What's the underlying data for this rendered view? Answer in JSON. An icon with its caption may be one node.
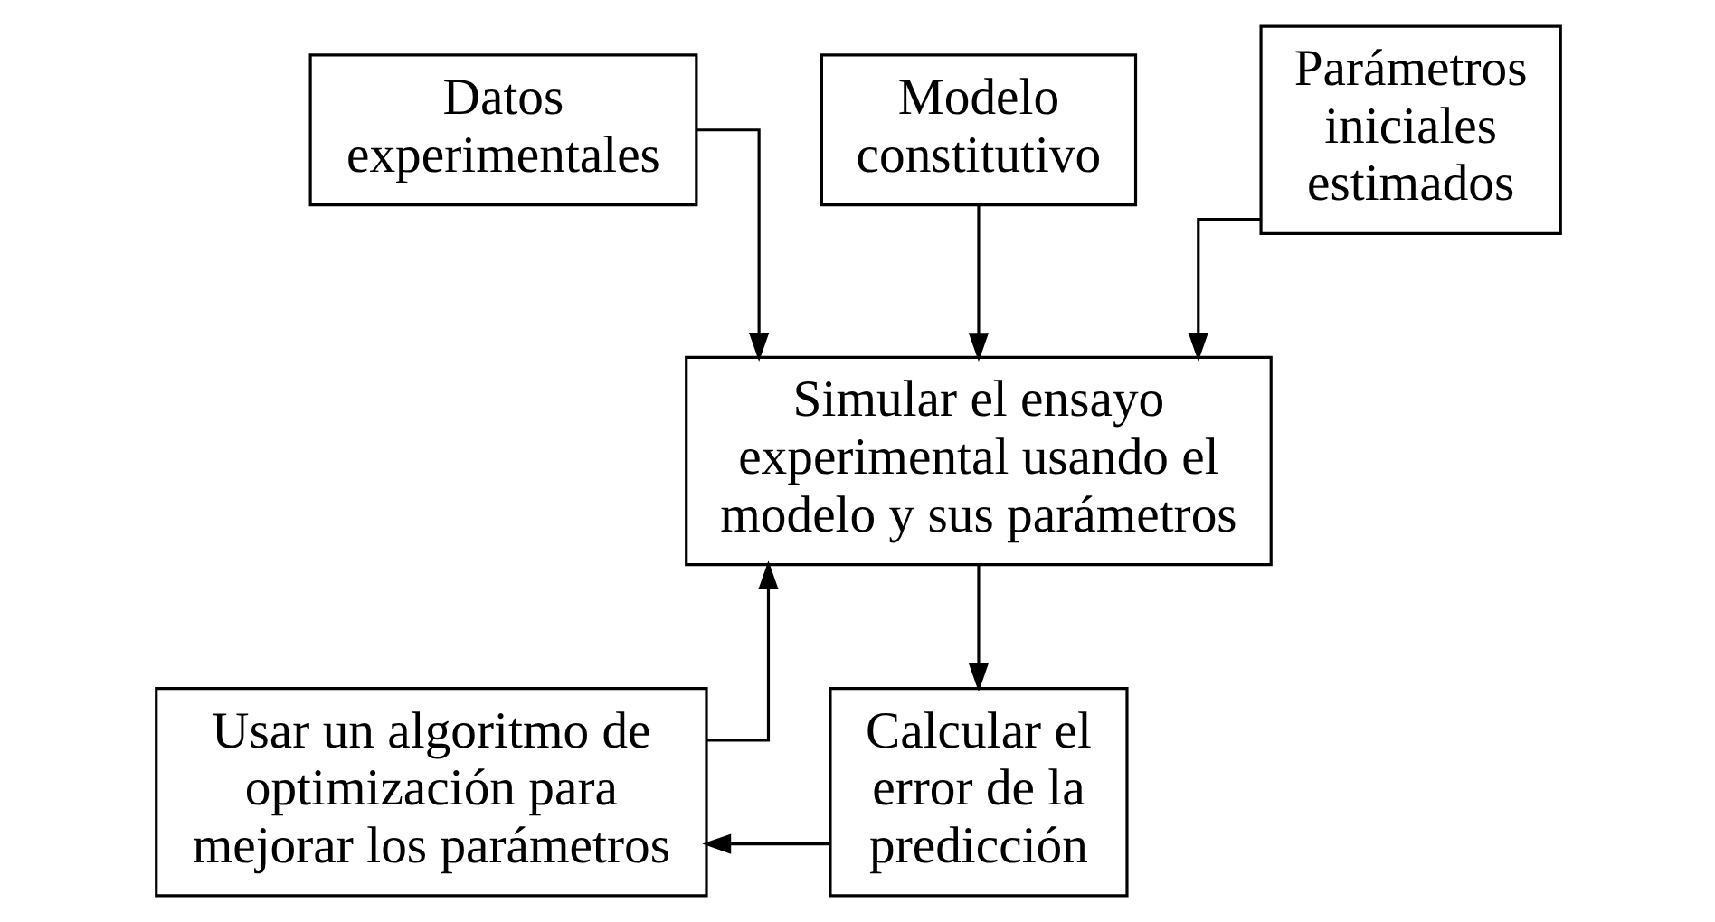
{
  "diagram": {
    "nodes": [
      {
        "text": [
          "Datos experimentales"
        ]
      },
      {
        "text": [
          "Modelo constitutivo"
        ]
      },
      {
        "text": [
          "Parámetros iniciales estimados"
        ]
      },
      {
        "text": [
          "Simular el ensayo experimental usando el modelo y sus parámetros"
        ]
      },
      {
        "text": [
          "Usar un algoritmo de optimización para mejorar los parámetros"
        ]
      },
      {
        "text": [
          "Calcular el error de la predicción"
        ]
      }
    ],
    "edges": [
      {
        "from": 0,
        "to": 3,
        "arrow": "to"
      },
      {
        "from": 1,
        "to": 3,
        "arrow": "to"
      },
      {
        "from": 2,
        "to": 3,
        "arrow": "to"
      },
      {
        "from": 3,
        "to": 5,
        "arrow": "to"
      },
      {
        "from": 5,
        "to": 4,
        "arrow": "to"
      },
      {
        "from": 4,
        "to": 3,
        "arrow": "to"
      }
    ]
  }
}
